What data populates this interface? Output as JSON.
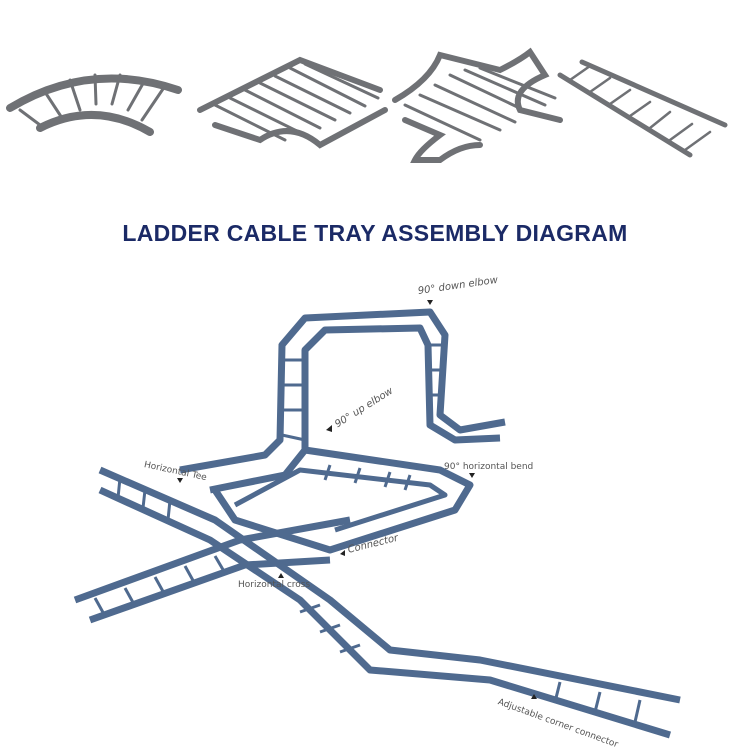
{
  "title": "LADDER CABLE TRAY ASSEMBLY DIAGRAM",
  "colors": {
    "title": "#1b2a66",
    "tray_blue": "#4f6a8f",
    "fitting_gray": "#6f7175"
  },
  "top_fittings": [
    "elbow-fitting",
    "tee-fitting",
    "cross-fitting",
    "straight-ladder"
  ],
  "labels": {
    "down_elbow": "90° down elbow",
    "up_elbow": "90° up elbow",
    "horizontal_tee": "Horizontal Tee",
    "horizontal_bend": "90° horizontal bend",
    "connector": "Connector",
    "horizontal_cross": "Horizontal cross",
    "adjustable_corner": "Adjustable corner connector"
  }
}
